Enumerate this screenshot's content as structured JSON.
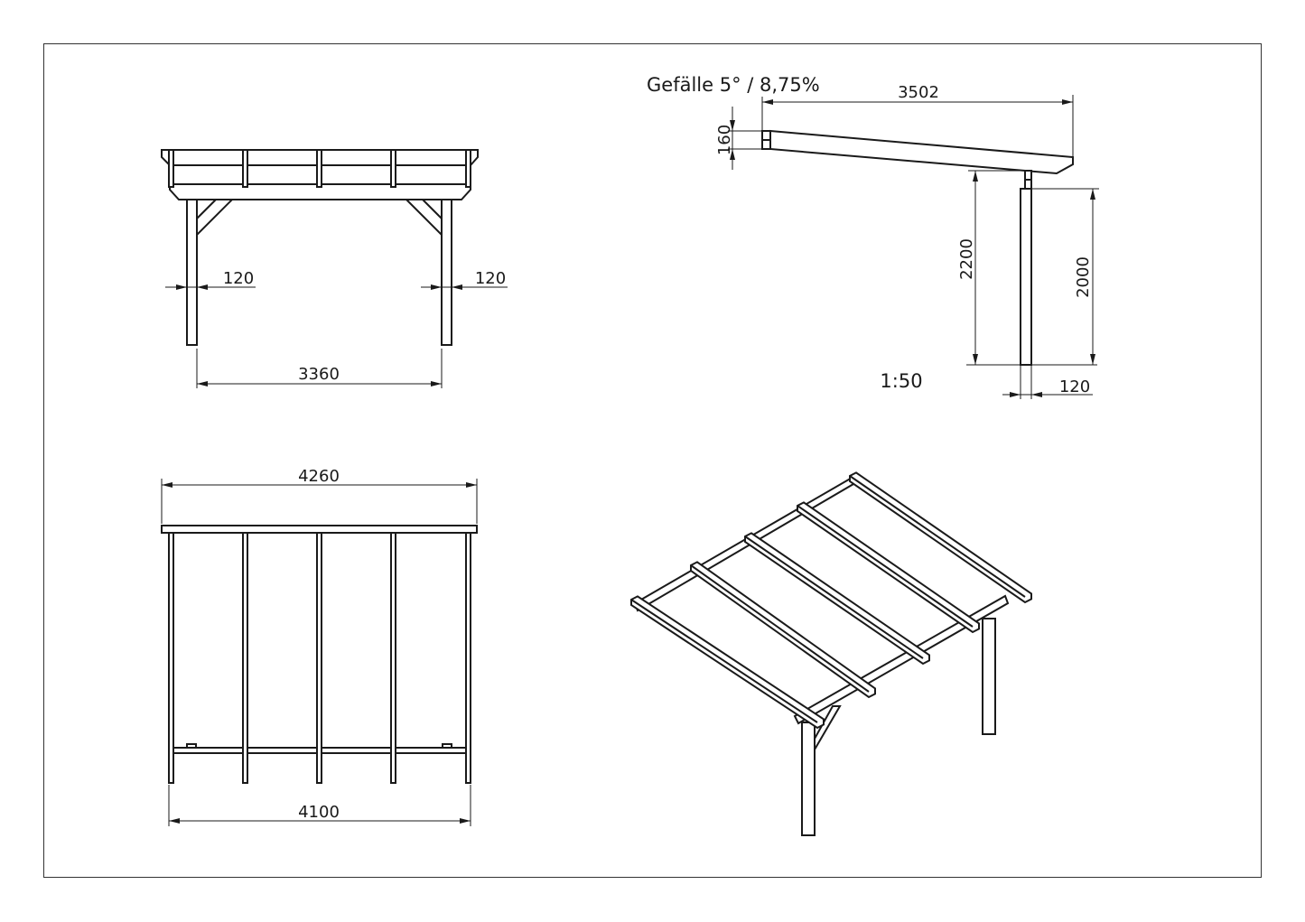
{
  "front_view": {
    "dim_left_post": "120",
    "dim_right_post": "120",
    "dim_span": "3360"
  },
  "side_view": {
    "slope_label": "Gefälle 5° / 8,75%",
    "dim_length": "3502",
    "dim_beam_height": "160",
    "dim_height_total": "2200",
    "dim_post_height": "2000",
    "dim_post_width": "120",
    "scale": "1:50"
  },
  "top_view": {
    "dim_roof_width": "4260",
    "dim_post_span": "4100"
  },
  "colors": {
    "line": "#1a1a1a",
    "background": "#ffffff"
  }
}
